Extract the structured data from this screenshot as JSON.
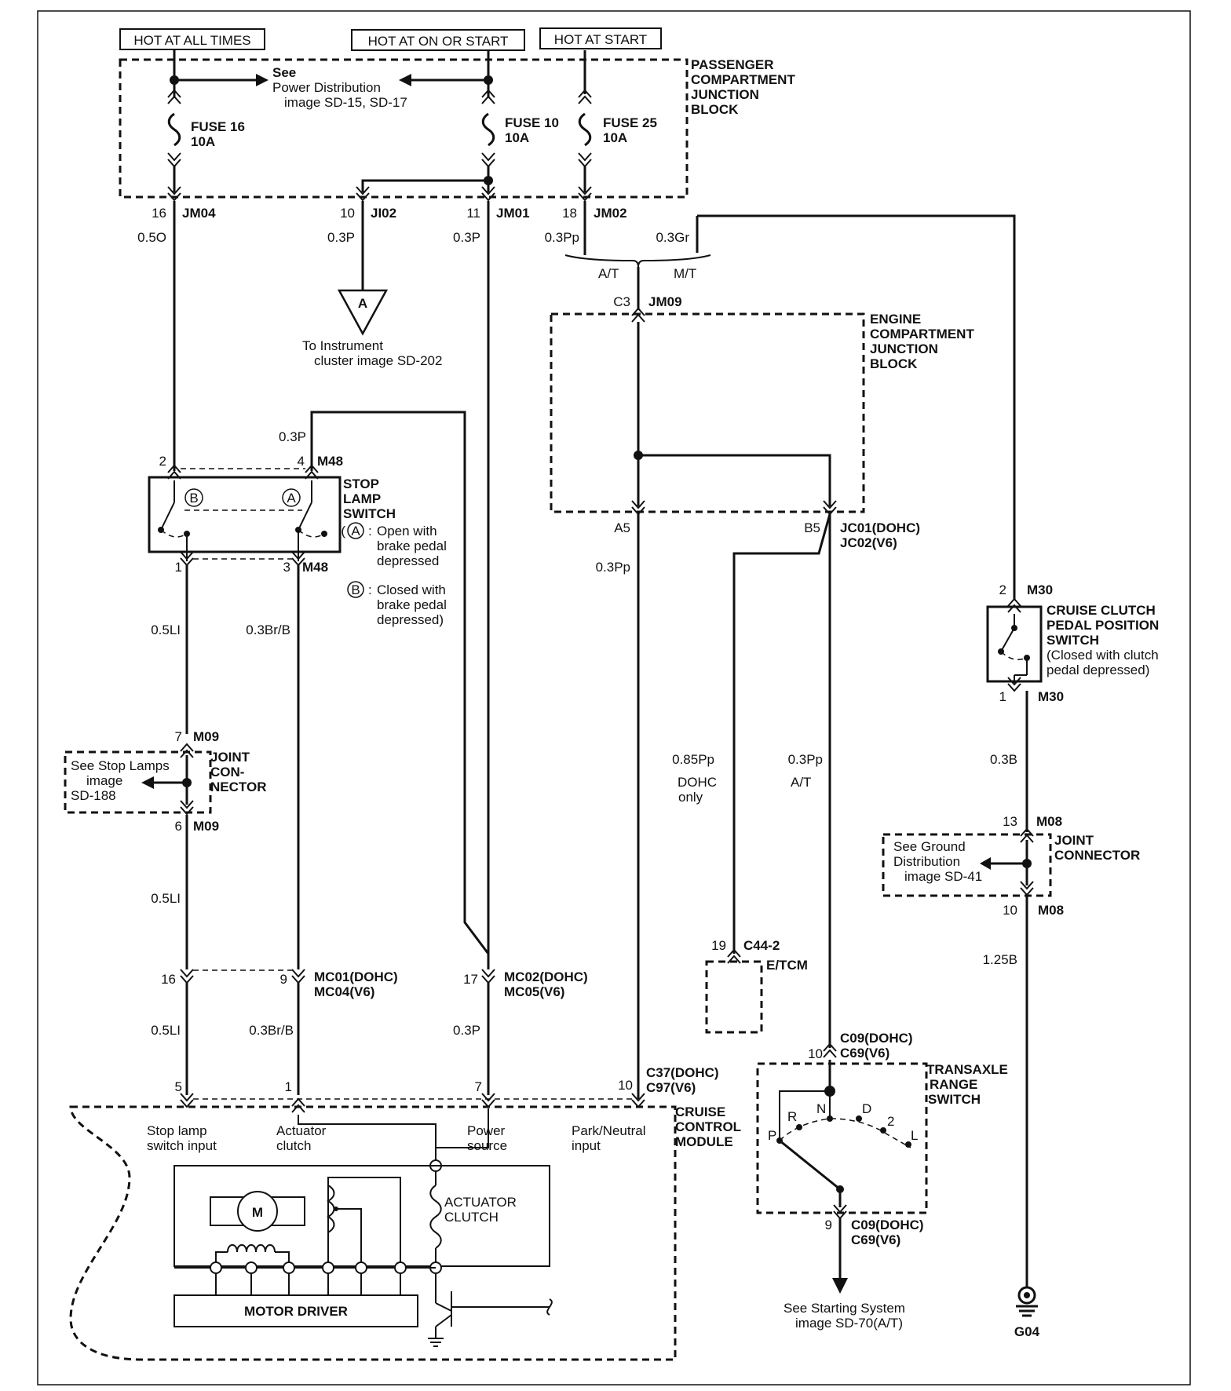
{
  "power": {
    "hot_all_times": "HOT AT ALL TIMES",
    "hot_on_start": "HOT AT ON OR START",
    "hot_start": "HOT AT START"
  },
  "passenger_block": {
    "title": [
      "PASSENGER",
      "COMPARTMENT",
      "JUNCTION",
      "BLOCK"
    ],
    "see_ref": [
      "See",
      "Power Distribution",
      "image SD-15, SD-17"
    ],
    "fuse16": [
      "FUSE 16",
      "10A"
    ],
    "fuse10": [
      "FUSE 10",
      "10A"
    ],
    "fuse25": [
      "FUSE 25",
      "10A"
    ]
  },
  "pins_top": {
    "jm04_pin": "16",
    "jm04": "JM04",
    "jm04_wire": "0.5O",
    "ji02_pin": "10",
    "ji02": "JI02",
    "ji02_wire": "0.3P",
    "jm01_pin": "11",
    "jm01": "JM01",
    "jm01_wire": "0.3P",
    "jm02_pin": "18",
    "jm02": "JM02",
    "jm02_wire": "0.3Pp",
    "gr_wire": "0.3Gr",
    "at": "A/T",
    "mt": "M/T",
    "c3": "C3",
    "jm09": "JM09"
  },
  "cluster": {
    "letter": "A",
    "note": [
      "To Instrument",
      "cluster image SD-202"
    ]
  },
  "engine_block": {
    "title": [
      "ENGINE",
      "COMPARTMENT",
      "JUNCTION",
      "BLOCK"
    ],
    "a5": "A5",
    "b5": "B5",
    "jc": [
      "JC01(DOHC)",
      "JC02(V6)"
    ],
    "a5_wire": "0.3Pp"
  },
  "stop_lamp": {
    "title": [
      "STOP",
      "LAMP",
      "SWITCH"
    ],
    "wire_top": "0.3P",
    "pin2": "2",
    "pin4": "4",
    "m48_top": "M48",
    "pin1": "1",
    "pin3": "3",
    "m48_bot": "M48",
    "note_a": [
      "Open with",
      "brake pedal",
      "depressed"
    ],
    "note_b": [
      "Closed with",
      "brake pedal",
      "depressed)"
    ],
    "a": "A",
    "b": "B",
    "wire_1": "0.5LI",
    "wire_3": "0.3Br/B"
  },
  "joint_m09": {
    "pin7": "7",
    "m09_top": "M09",
    "pin6": "6",
    "m09_bot": "M09",
    "title": [
      "JOINT",
      "CON-",
      "NECTOR"
    ],
    "see_ref": [
      "See Stop Lamps",
      "image",
      "SD-188"
    ],
    "wire_below": "0.5LI"
  },
  "mc_conn": {
    "pin16": "16",
    "pin9": "9",
    "pin17": "17",
    "mc01": [
      "MC01(DOHC)",
      "MC04(V6)"
    ],
    "mc02": [
      "MC02(DOHC)",
      "MC05(V6)"
    ],
    "w16": "0.5LI",
    "w9": "0.3Br/B",
    "w17": "0.3P"
  },
  "module": {
    "pin5": "5",
    "pin1": "1",
    "pin7": "7",
    "pin10": "10",
    "c37": [
      "C37(DOHC)",
      "C97(V6)"
    ],
    "title": [
      "CRUISE",
      "CONTROL",
      "MODULE"
    ],
    "in_stop": [
      "Stop lamp",
      "switch input"
    ],
    "in_act": [
      "Actuator",
      "clutch"
    ],
    "in_power": [
      "Power",
      "source"
    ],
    "in_park": [
      "Park/Neutral",
      "input"
    ],
    "actuator_clutch": [
      "ACTUATOR",
      "CLUTCH"
    ],
    "motor": "M",
    "motor_driver": "MOTOR DRIVER"
  },
  "etcm": {
    "wire": "0.85Pp",
    "dohc": [
      "DOHC",
      "only"
    ],
    "pin": "19",
    "conn": "C44-2",
    "title": "E/TCM"
  },
  "at_wire": {
    "wire": "0.3Pp",
    "at": "A/T"
  },
  "transaxle": {
    "top_pin": "10",
    "top_conn": [
      "C09(DOHC)",
      "C69(V6)"
    ],
    "bot_pin": "9",
    "bot_conn": [
      "C09(DOHC)",
      "C69(V6)"
    ],
    "title": [
      "TRANSAXLE",
      "RANGE",
      "SWITCH"
    ],
    "positions": [
      "P",
      "R",
      "N",
      "D",
      "2",
      "L"
    ],
    "see_ref": [
      "See Starting System",
      "image SD-70(A/T)"
    ]
  },
  "clutch_switch": {
    "pin2": "2",
    "m30_top": "M30",
    "pin1": "1",
    "m30_bot": "M30",
    "title": [
      "CRUISE CLUTCH",
      "PEDAL POSITION",
      "SWITCH"
    ],
    "note": [
      "(Closed with clutch",
      "pedal depressed)"
    ],
    "wire": "0.3B"
  },
  "joint_m08": {
    "pin13": "13",
    "m08_top": "M08",
    "pin10": "10",
    "m08_bot": "M08",
    "title": [
      "JOINT",
      "CONNECTOR"
    ],
    "see_ref": [
      "See Ground",
      "Distribution",
      "image SD-41"
    ],
    "wire": "1.25B",
    "ground": "G04"
  }
}
